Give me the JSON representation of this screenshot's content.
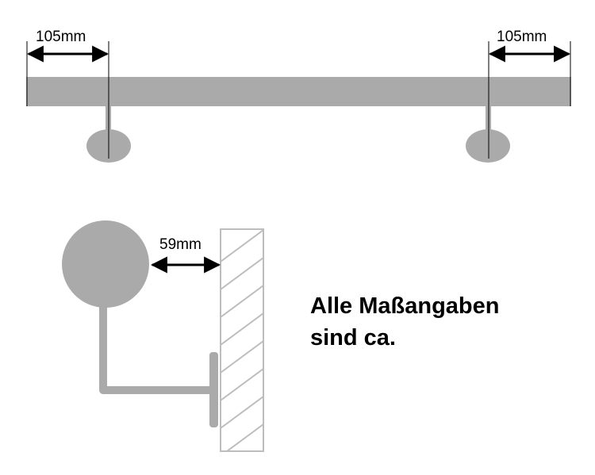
{
  "colors": {
    "part": "#aaaaaa",
    "line": "#000000",
    "wall": "#bdbdbd",
    "background": "#ffffff"
  },
  "top_view": {
    "dim_left": "105mm",
    "dim_right": "105mm"
  },
  "side_view": {
    "dim_gap": "59mm"
  },
  "note": {
    "line1": "Alle Maßangaben",
    "line2": "sind ca."
  }
}
